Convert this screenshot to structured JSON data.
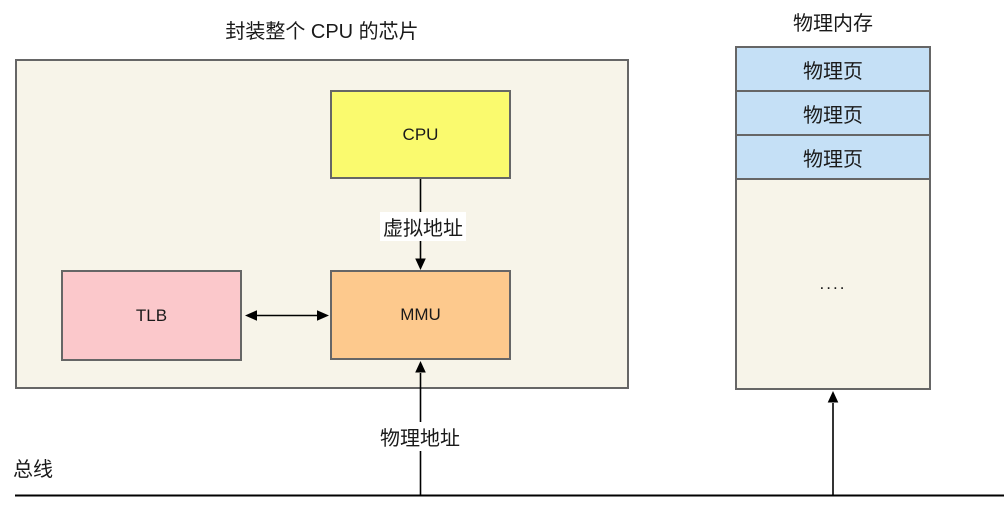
{
  "diagram": {
    "chip": {
      "title": "封装整个 CPU 的芯片",
      "nodes": {
        "cpu": {
          "label": "CPU"
        },
        "tlb": {
          "label": "TLB"
        },
        "mmu": {
          "label": "MMU"
        }
      }
    },
    "edges": {
      "virtual_address_label": "虚拟地址",
      "physical_address_label": "物理地址"
    },
    "bus": {
      "label": "总线"
    },
    "memory": {
      "title": "物理内存",
      "pages": [
        "物理页",
        "物理页",
        "物理页"
      ],
      "ellipsis": "...."
    },
    "colors": {
      "chip_fill": "#F7F4E9",
      "cpu_fill": "#FAFA6E",
      "tlb_fill": "#FBC8CB",
      "mmu_fill": "#FDC98D",
      "page_fill": "#C5E0F6",
      "box_border": "#666666",
      "arrow": "#000000",
      "text": "#1A1A1A"
    }
  }
}
